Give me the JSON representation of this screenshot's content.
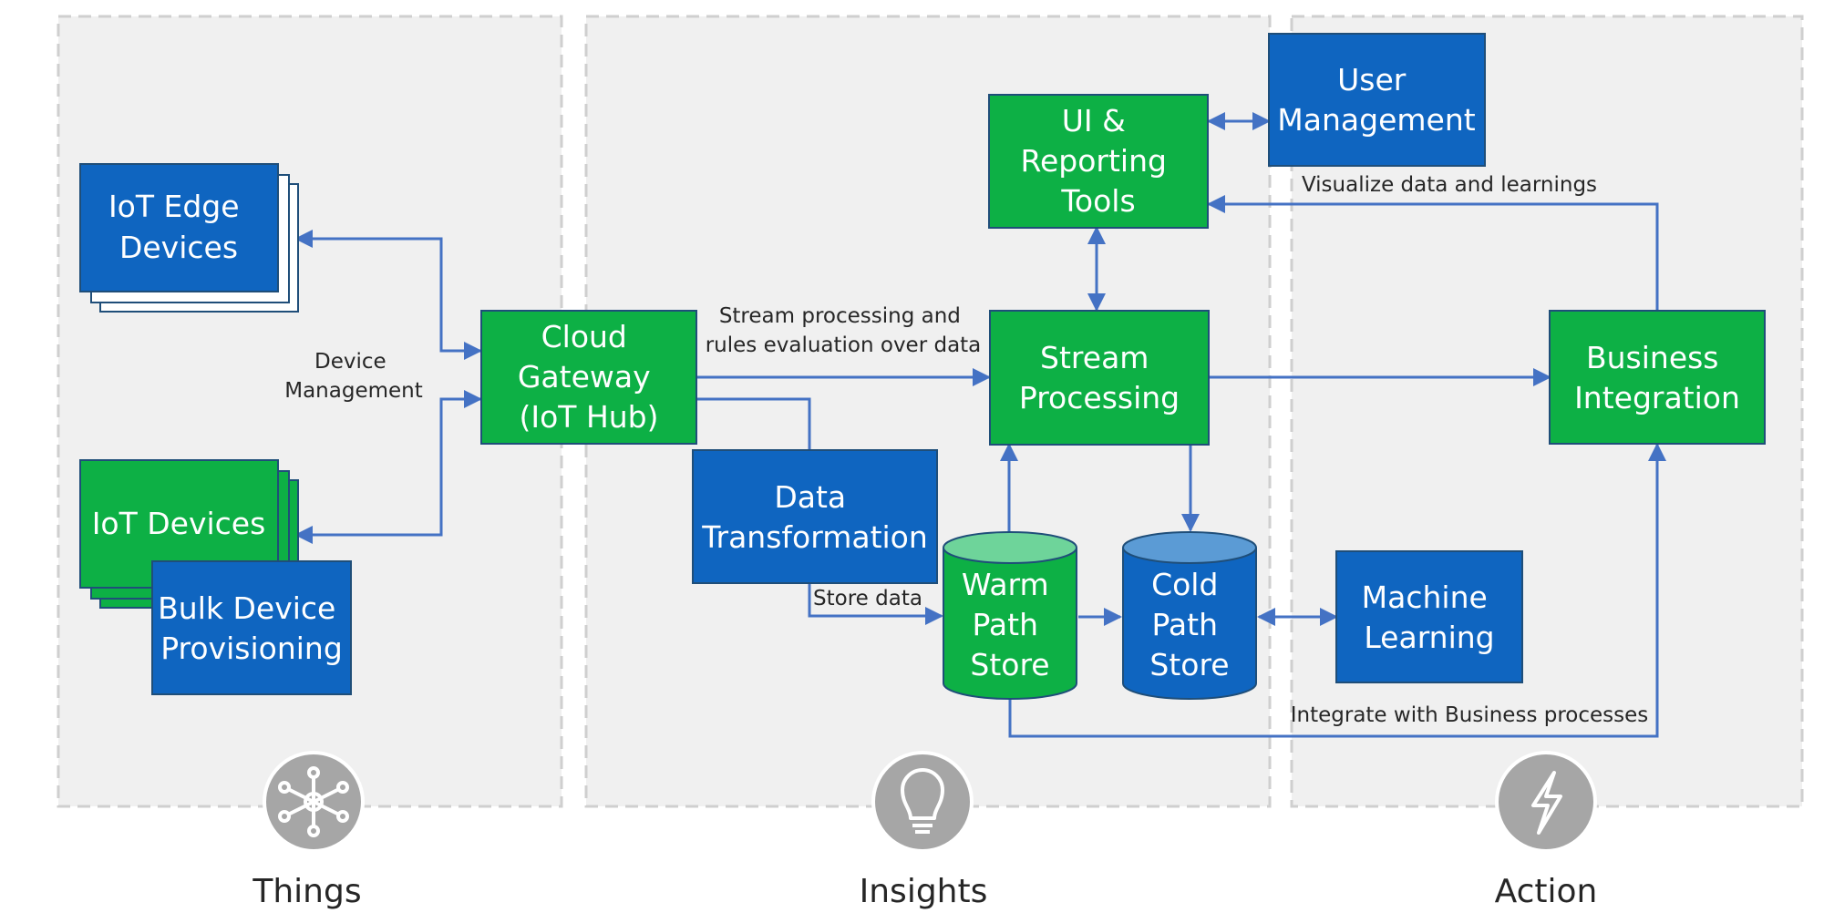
{
  "colors": {
    "green": "#0db045",
    "blue": "#0f65c0",
    "box_border": "#1f4e79",
    "zone_fill": "#f0f0f0",
    "zone_border": "#cfcfcf",
    "arrow": "#4472c4",
    "icon_circle": "#a6a6a6",
    "warm_top": "#6ed49a",
    "cold_top": "#5b9bd5"
  },
  "zones": {
    "things": {
      "label": "Things",
      "icon": "hub-network-icon"
    },
    "insights": {
      "label": "Insights",
      "icon": "lightbulb-icon"
    },
    "action": {
      "label": "Action",
      "icon": "lightning-bolt-icon"
    }
  },
  "nodes": {
    "iot_edge": {
      "lines": [
        "IoT Edge",
        "Devices"
      ]
    },
    "iot_devices": {
      "lines": [
        "IoT Devices"
      ]
    },
    "bulk_provisioning": {
      "lines": [
        "Bulk Device",
        "Provisioning"
      ]
    },
    "cloud_gateway": {
      "lines": [
        "Cloud",
        "Gateway",
        "(IoT Hub)"
      ]
    },
    "data_transformation": {
      "lines": [
        "Data",
        "Transformation"
      ]
    },
    "ui_reporting": {
      "lines": [
        "UI &",
        "Reporting",
        "Tools"
      ]
    },
    "user_management": {
      "lines": [
        "User",
        "Management"
      ]
    },
    "stream_processing": {
      "lines": [
        "Stream",
        "Processing"
      ]
    },
    "warm_path": {
      "lines": [
        "Warm",
        "Path",
        "Store"
      ]
    },
    "cold_path": {
      "lines": [
        "Cold",
        "Path",
        "Store"
      ]
    },
    "machine_learning": {
      "lines": [
        "Machine",
        "Learning"
      ]
    },
    "business_integration": {
      "lines": [
        "Business",
        "Integration"
      ]
    }
  },
  "edge_labels": {
    "device_management": [
      "Device",
      "Management"
    ],
    "stream_rules": [
      "Stream processing and",
      "rules evaluation over data"
    ],
    "store_data": [
      "Store data"
    ],
    "visualize": [
      "Visualize data and learnings"
    ],
    "integrate": [
      "Integrate with Business processes"
    ]
  }
}
